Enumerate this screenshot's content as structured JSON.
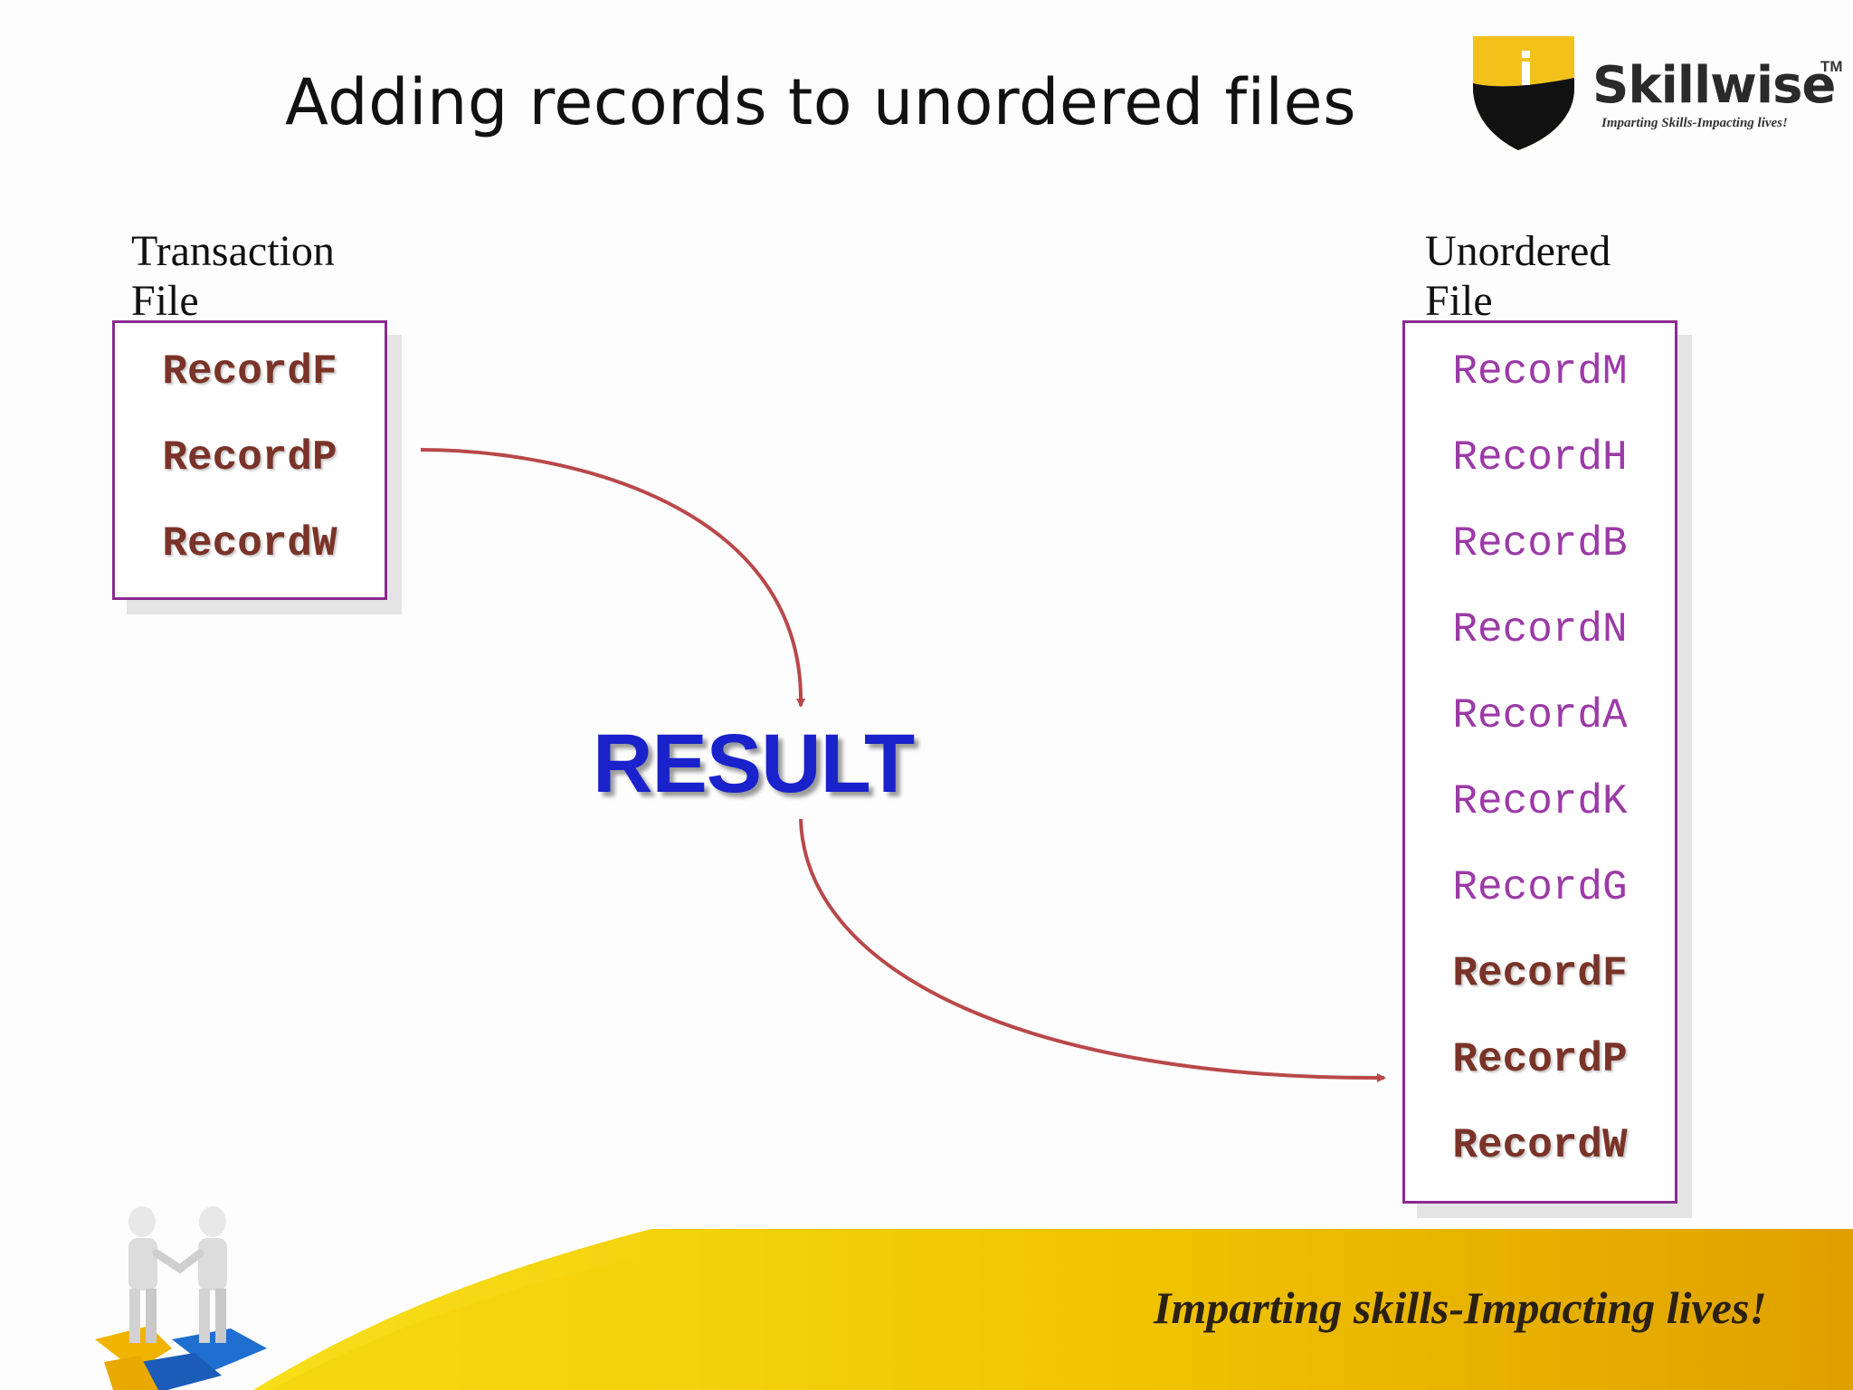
{
  "slide": {
    "title": "Adding records to unordered files"
  },
  "logo": {
    "name": "Skillwise",
    "trademark": "TM",
    "tagline": "Imparting Skills-Impacting lives!"
  },
  "transaction_file": {
    "label_line1": "Transaction",
    "label_line2": "File",
    "records": [
      "RecordF",
      "RecordP",
      "RecordW"
    ]
  },
  "unordered_file": {
    "label_line1": "Unordered",
    "label_line2": "File",
    "existing_records": [
      "RecordM",
      "RecordH",
      "RecordB",
      "RecordN",
      "RecordA",
      "RecordK",
      "RecordG"
    ],
    "added_records": [
      "RecordF",
      "RecordP",
      "RecordW"
    ]
  },
  "result_label": "RESULT",
  "footer": {
    "tagline": "Imparting skills-Impacting lives!"
  },
  "colors": {
    "box_border": "#8a2a90",
    "existing_record": "#9b3aa6",
    "added_record": "#7a3328",
    "arrow": "#b9484a",
    "result": "#1a22cc",
    "footer_band": "#f0c400"
  }
}
